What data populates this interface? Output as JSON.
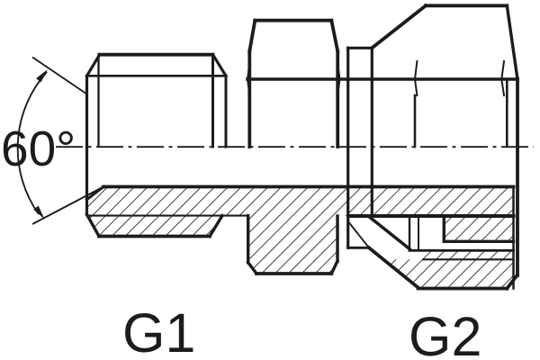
{
  "drawing": {
    "title": "Hydraulic adapter fitting - half-section view",
    "type": "technical-line-drawing",
    "background_color": "#ffffff",
    "line_color": "#1c1c1c",
    "annotations": {
      "cone_angle": "60°",
      "cone_angle_value": 60
    },
    "labels": {
      "left_port": "G1",
      "right_port": "G2"
    },
    "features": [
      "male-stud-left",
      "body-hex",
      "collar-step",
      "swivel-nut-right",
      "sealing-cone",
      "center-axis-dash-dot",
      "section-hatching-45deg"
    ]
  }
}
